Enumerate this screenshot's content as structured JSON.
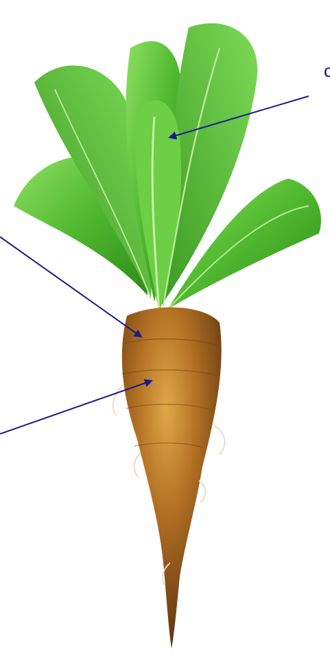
{
  "diagram": {
    "plant": "sugar beet",
    "parts": [
      {
        "id": "leaves",
        "label_text": "",
        "label_side": "right"
      },
      {
        "id": "crown",
        "label_text": "",
        "label_side": "left"
      },
      {
        "id": "root",
        "label_text": "",
        "label_side": "left"
      }
    ],
    "visible_label_fragment": "c",
    "colors": {
      "arrow": "#1a1a8c",
      "leaf_light": "#7ed957",
      "leaf_mid": "#4fb82e",
      "leaf_dark": "#2f8a1c",
      "root_light": "#d49a3c",
      "root_mid": "#a8651e",
      "root_dark": "#5e3410",
      "rootlet": "#e8dcc8"
    }
  }
}
